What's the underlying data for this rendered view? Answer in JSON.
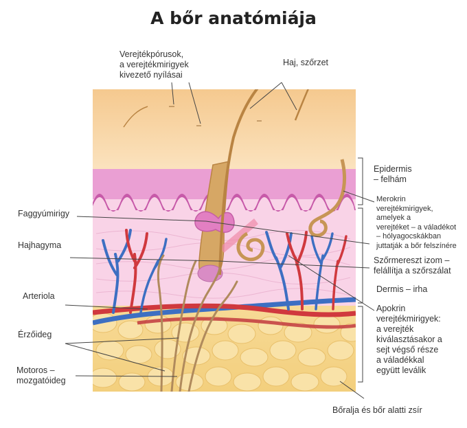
{
  "title": "A bőr anatómiája",
  "labels": {
    "sweat_pores": [
      "Verejtékpórusok,",
      "a verejtékmirigyek",
      "kivezető nyílásai"
    ],
    "hair": "Haj, szőrzet",
    "epidermis": [
      "Epidermis",
      "– felhám"
    ],
    "eccrine": [
      "Merokrin",
      "verejtékmirigyek,",
      "amelyek a",
      "verejtéket – a váladékot",
      "– hólyagocskákban",
      "juttatják a bőr felszínére"
    ],
    "arrector": [
      "Szőrmereszt izom –",
      "felállítja a szőrszálat"
    ],
    "dermis": "Dermis – irha",
    "sebaceous": "Faggyúmirigy",
    "follicle": "Hajhagyma",
    "arteriole": "Arteriola",
    "sensory_nerve": "Érzőideg",
    "motor_nerve": [
      "Motoros –",
      "mozgatóideg"
    ],
    "apocrine": [
      "Apokrin",
      "verejtékmirigyek:",
      "a verejték",
      "kiválasztásakor a",
      "sejt végső része",
      "a váladékkal",
      "együtt leválik"
    ],
    "hypodermis": "Bőralja és bőr alatti zsír"
  },
  "colors": {
    "surface": "#f8d7a4",
    "epidermis": "#e88fc8",
    "dermis": "#f8cde4",
    "fat": "#f5d58a",
    "artery": "#d0393e",
    "vein": "#3d6fc2",
    "hair": "#c08d4c"
  }
}
